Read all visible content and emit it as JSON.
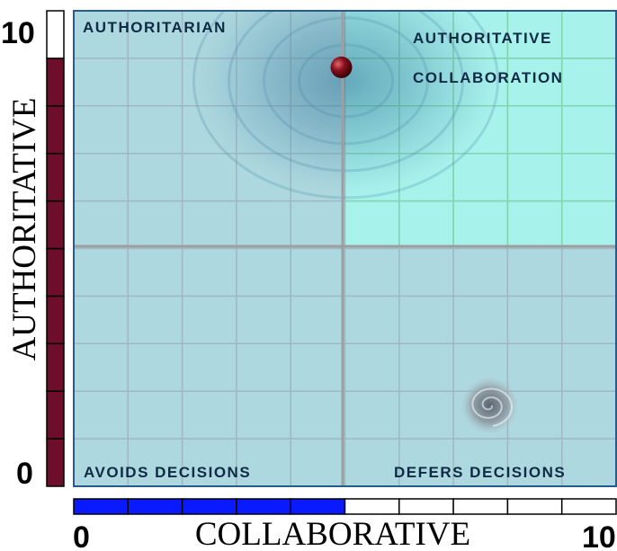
{
  "quadrants": {
    "top_left": "AUTHORITARIAN",
    "top_right_line1": "AUTHORITATIVE",
    "top_right_line2": "COLLABORATION",
    "bottom_left": "AVOIDS DECISIONS",
    "bottom_right": "DEFERS DECISIONS"
  },
  "y_axis": {
    "title": "AUTHORITATIVE",
    "min_label": "0",
    "max_label": "10",
    "value": 9
  },
  "x_axis": {
    "title": "COLLABORATIVE",
    "min_label": "0",
    "max_label": "10",
    "value": 5
  },
  "marker": {
    "x": 5,
    "y": 9
  },
  "swirl": {
    "x": 8,
    "y": 1.7
  },
  "colors": {
    "plot_bg": "#aed8df",
    "highlight_quadrant": "#a8f2ec",
    "grid": "#9fb7c2",
    "divider": "#9e9e9e",
    "y_bar_fill": "#6e0e2c",
    "x_bar_fill": "#0a1aff",
    "marker": "#7a0f1f",
    "glow": "#2e6e93",
    "frame": "#2a5a8a"
  }
}
